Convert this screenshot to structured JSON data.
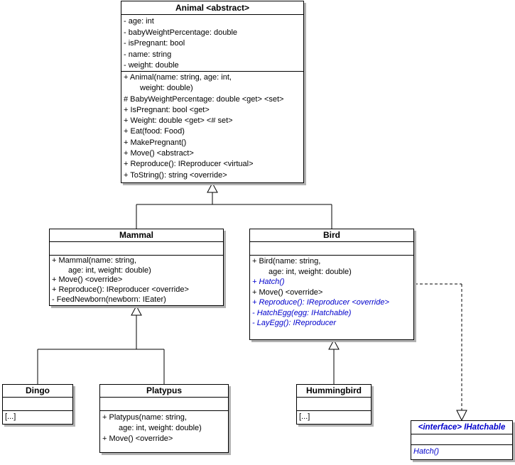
{
  "diagram": {
    "kind": "uml-class-diagram",
    "colors": {
      "line": "#000000",
      "virtual_member_blue": "#0000cc",
      "box_shadow": "#b2b2b2",
      "background": "#ffffff"
    }
  },
  "classes": {
    "animal": {
      "title": "Animal <abstract>",
      "attributes": [
        "- age: int",
        "- babyWeightPercentage: double",
        "- isPregnant: bool",
        "- name: string",
        "- weight: double"
      ],
      "methods": [
        {
          "text": "+ Animal(name: string, age: int,"
        },
        {
          "text": "weight: double)"
        },
        {
          "text": "# BabyWeightPercentage: double <get> <set>"
        },
        {
          "text": "+ IsPregnant: bool <get>"
        },
        {
          "text": "+ Weight: double <get> <# set>"
        },
        {
          "text": "+ Eat(food: Food)"
        },
        {
          "text": "+ MakePregnant()"
        },
        {
          "text": "+ Move() <abstract>"
        },
        {
          "text": "+ Reproduce(): IReproducer <virtual>"
        },
        {
          "text": "+ ToString(): string <override>"
        }
      ]
    },
    "mammal": {
      "title": "Mammal",
      "attributes": [],
      "methods": [
        {
          "text": "+ Mammal(name: string,"
        },
        {
          "text": "age: int, weight: double)"
        },
        {
          "text": "+ Move() <override>"
        },
        {
          "text": "+ Reproduce(): IReproducer <override>"
        },
        {
          "text": "- FeedNewborn(newborn: IEater)"
        }
      ]
    },
    "bird": {
      "title": "Bird",
      "attributes": [],
      "methods": [
        {
          "text": "+ Bird(name: string,"
        },
        {
          "text": "age: int, weight: double)"
        },
        {
          "text": "+ Hatch()",
          "virtual": true
        },
        {
          "text": "+ Move() <override>"
        },
        {
          "text": "+ Reproduce(): IReproducer <override>",
          "virtual": true
        },
        {
          "text": "- HatchEgg(egg: IHatchable)",
          "virtual": true
        },
        {
          "text": "- LayEgg(): IReproducer",
          "virtual": true
        }
      ]
    },
    "dingo": {
      "title": "Dingo",
      "attributes": [],
      "methods": [
        {
          "text": "[...]"
        }
      ]
    },
    "platypus": {
      "title": "Platypus",
      "attributes": [],
      "methods": [
        {
          "text": "+ Platypus(name: string,"
        },
        {
          "text": "age: int, weight: double)"
        },
        {
          "text": "+ Move() <override>"
        }
      ]
    },
    "hummingbird": {
      "title": "Hummingbird",
      "attributes": [],
      "methods": [
        {
          "text": "[...]"
        }
      ]
    },
    "ihatchable": {
      "title": "<interface> IHatchable",
      "attributes": [],
      "methods": [
        {
          "text": "Hatch()",
          "virtual": true
        }
      ]
    }
  },
  "relations": [
    {
      "type": "generalization",
      "from": "Mammal",
      "to": "Animal"
    },
    {
      "type": "generalization",
      "from": "Bird",
      "to": "Animal"
    },
    {
      "type": "generalization",
      "from": "Dingo",
      "to": "Mammal"
    },
    {
      "type": "generalization",
      "from": "Platypus",
      "to": "Mammal"
    },
    {
      "type": "generalization",
      "from": "Hummingbird",
      "to": "Bird"
    },
    {
      "type": "realization",
      "from": "Bird",
      "to": "IHatchable"
    }
  ]
}
